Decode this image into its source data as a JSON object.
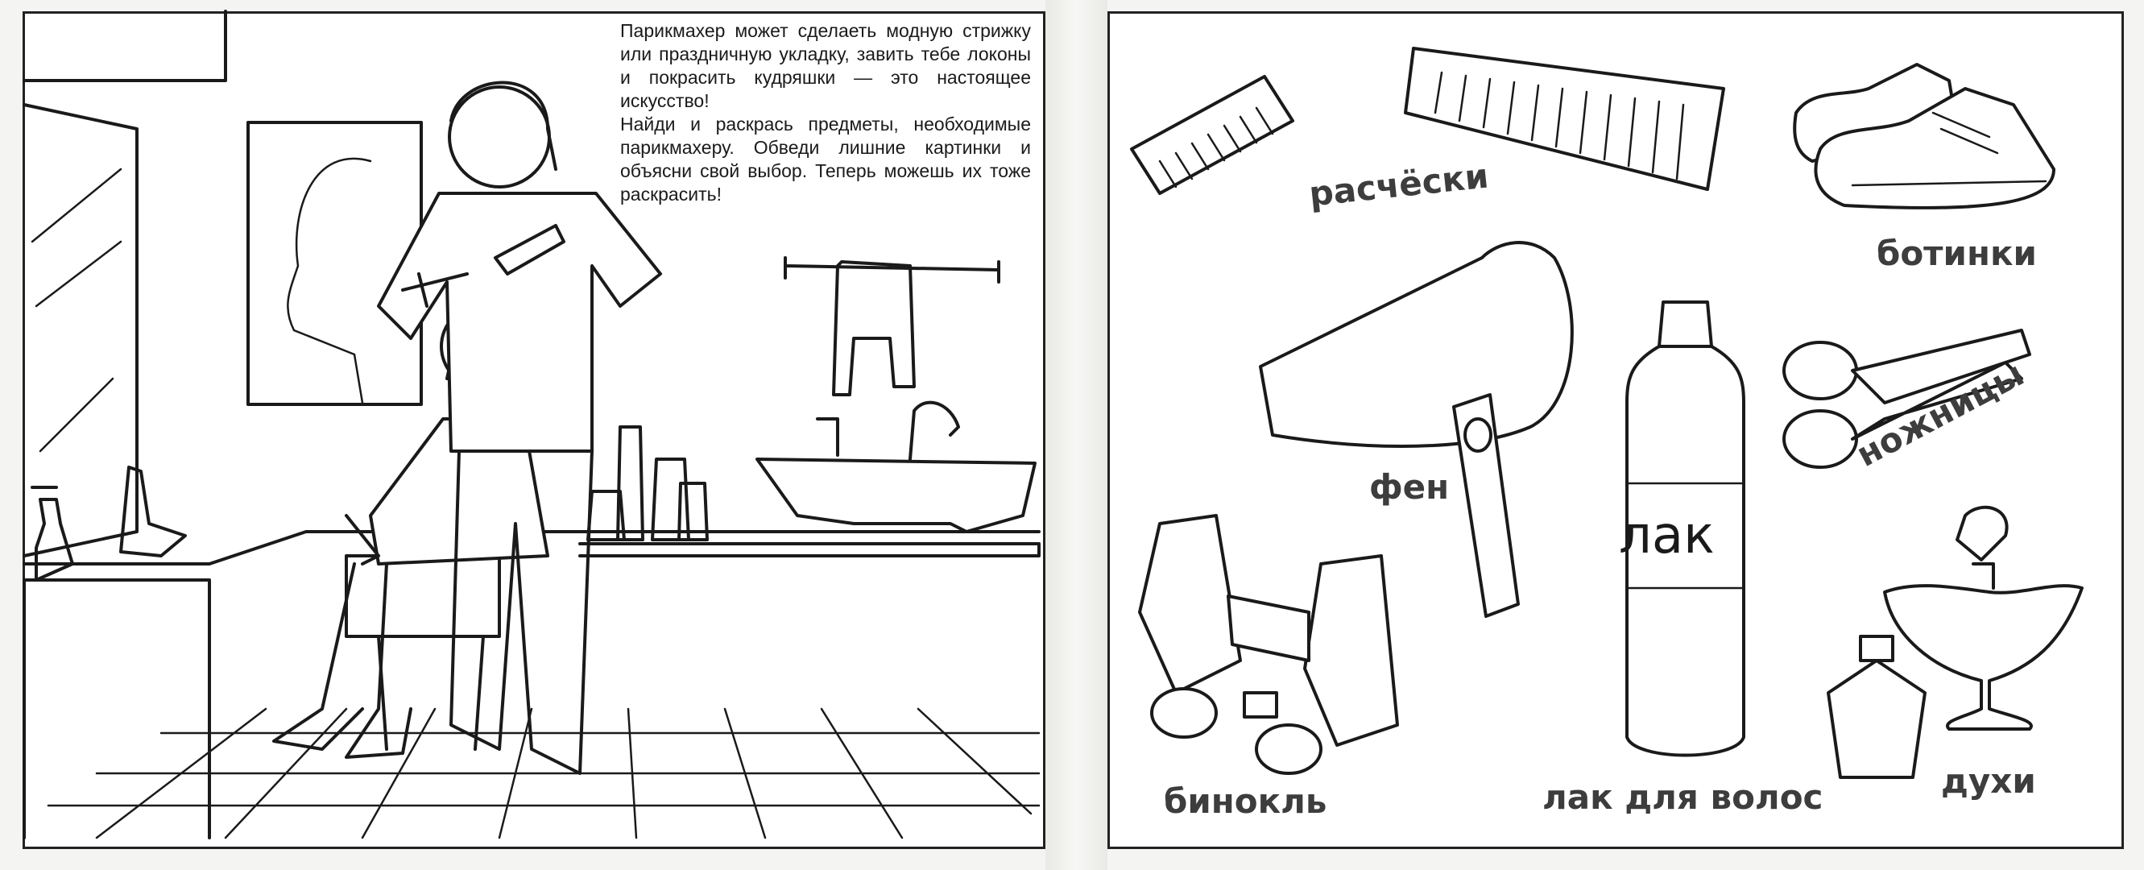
{
  "left_page": {
    "instruction_paragraphs": [
      "Парикмахер может сделаеть модную стрижку или праздничную укладку, завить тебе  локоны и покрасить кудряшки — это настоящее искусство!",
      "Найди и раскрась предметы, необходимые парикмахеру. Обведи лишние картинки и объясни свой выбор. Теперь можешь их тоже раскрасить!"
    ]
  },
  "right_page": {
    "items": {
      "combs": "расчёски",
      "boots": "ботинки",
      "hair_dryer": "фен",
      "scissors": "ножницы",
      "binoculars": "бинокль",
      "hairspray": "лак для волос",
      "hairspray_can_text": "лак",
      "perfume": "духи"
    }
  }
}
